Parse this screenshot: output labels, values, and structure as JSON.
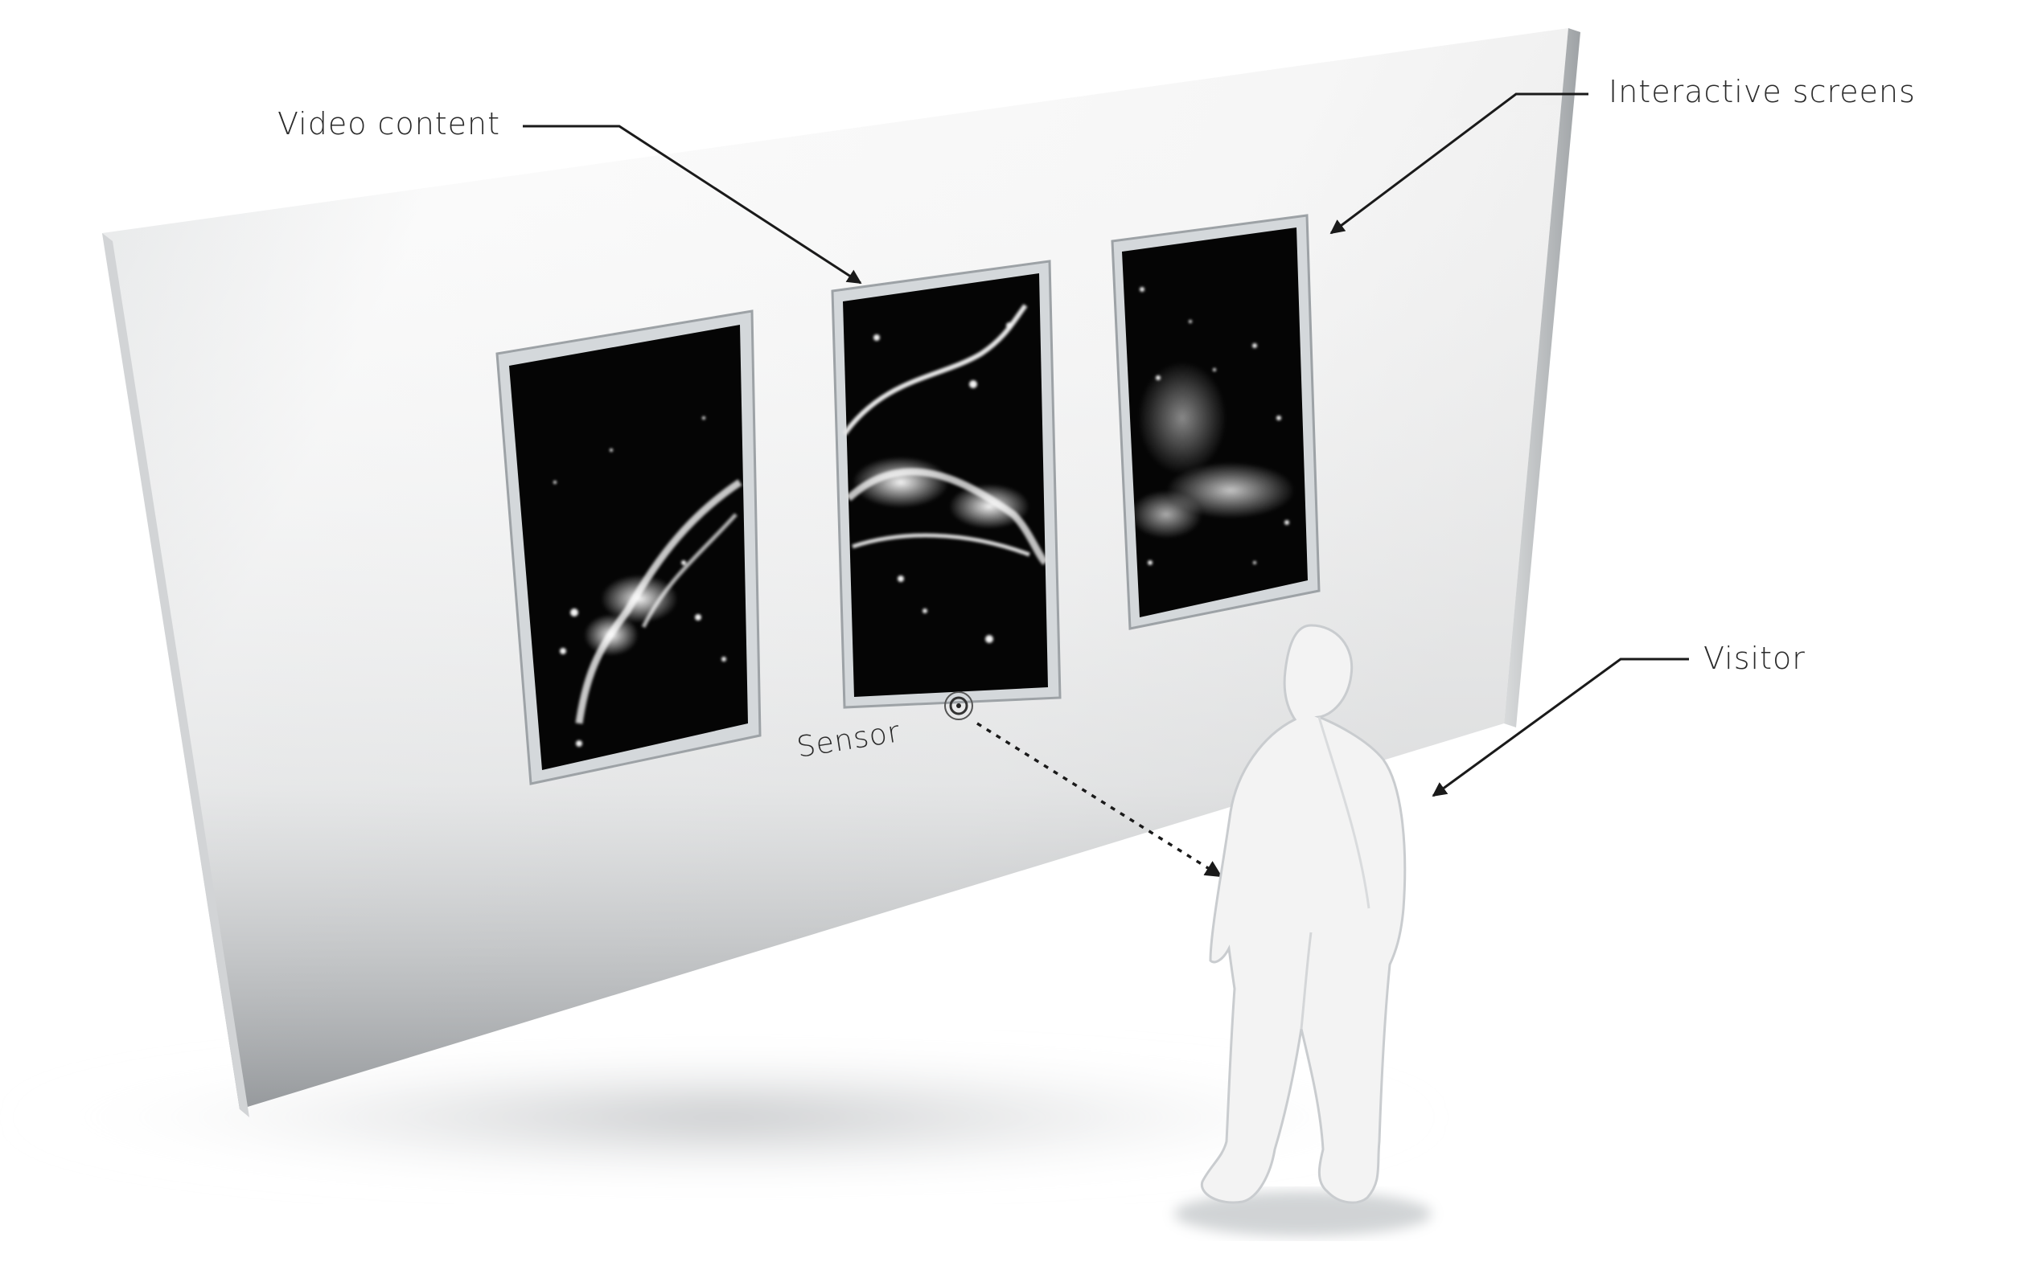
{
  "labels": {
    "video_content": "Video content",
    "interactive_screens": "Interactive screens",
    "visitor": "Visitor",
    "sensor": "Sensor"
  },
  "colors": {
    "background": "#ffffff",
    "wall_light": "#fafafa",
    "wall_shadow": "#a9acae",
    "screen": "#050505",
    "frame": "#c9cdd0",
    "figure": "#f4f4f4",
    "leader_line": "#1a1a1a"
  },
  "icons": {
    "sensor": "sensor-target-icon",
    "visitor": "person-figure-icon"
  }
}
